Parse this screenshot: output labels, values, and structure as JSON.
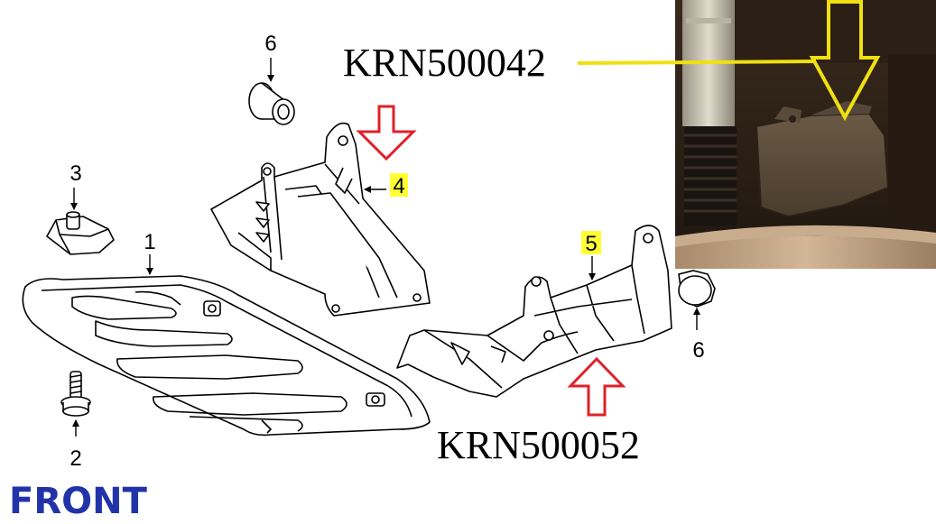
{
  "callouts": {
    "c1": "1",
    "c2": "2",
    "c3": "3",
    "c4": "4",
    "c5": "5",
    "c6_top": "6",
    "c6_right": "6"
  },
  "part_numbers": {
    "upper": "KRN500042",
    "lower": "KRN500052"
  },
  "front_label": "FRONT",
  "colors": {
    "highlight": "#ffff33",
    "red_arrow": "#e0202a",
    "yellow_arrow": "#f0e010",
    "front_text": "#2233aa",
    "line": "#000000"
  }
}
